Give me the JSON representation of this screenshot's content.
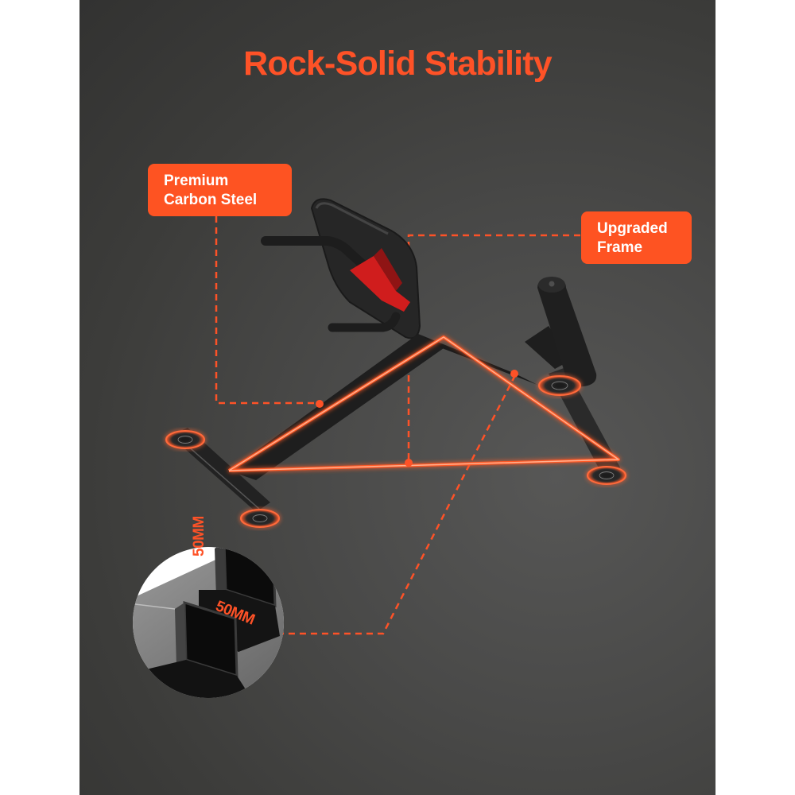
{
  "title": "Rock-Solid Stability",
  "labels": {
    "left": {
      "line1": "Premium",
      "line2": "Carbon Steel"
    },
    "right": {
      "line1": "Upgraded",
      "line2": "Frame"
    }
  },
  "inset": {
    "height_dim": "50MM",
    "width_dim": "50MM"
  },
  "colors": {
    "accent": "#fe5227",
    "label_bg": "#fe5322",
    "panel_dark": "#323231",
    "panel_light": "#575756",
    "page_bg": "#ffffff"
  },
  "icons": {
    "product": "hyperextension-bench",
    "inset": "square-steel-tube-cross-section"
  }
}
